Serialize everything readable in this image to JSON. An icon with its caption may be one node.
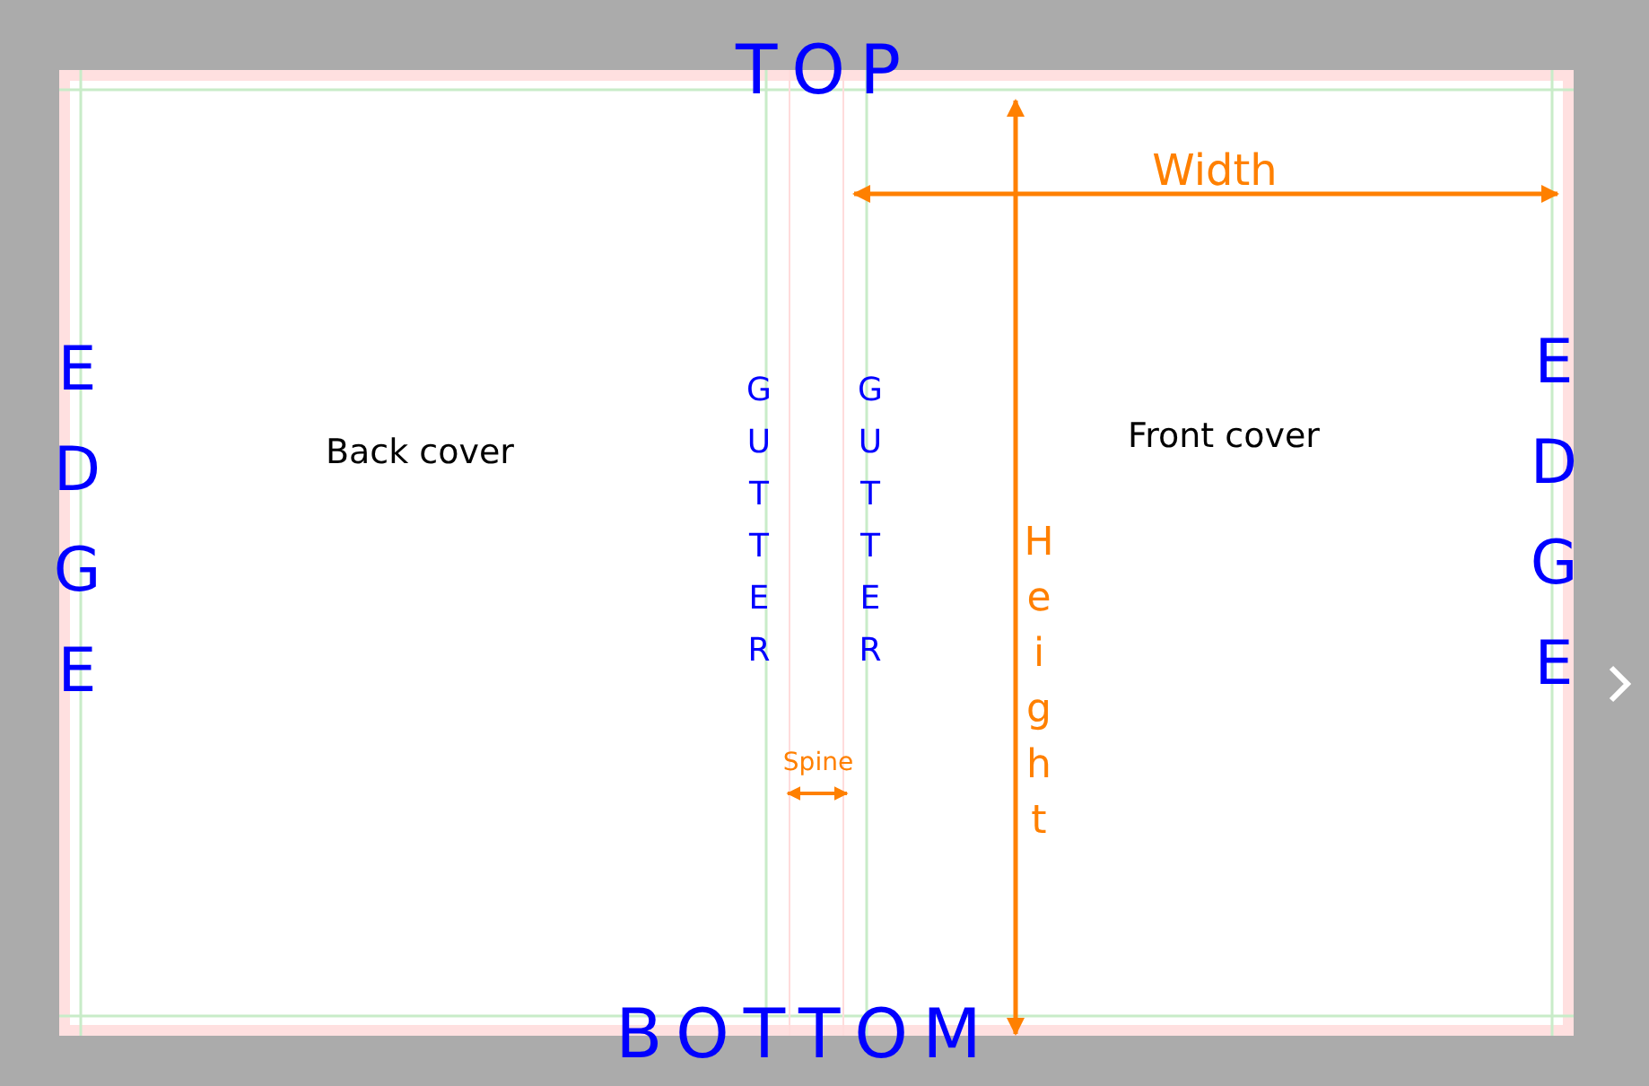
{
  "diagram": {
    "labels": [
      "TOP",
      "EDGE",
      "Back cover",
      "GUTTER",
      "GUTTER",
      "Width",
      "Front cover",
      "EDGE",
      "Height",
      "Spine",
      "BOTTOM"
    ]
  }
}
